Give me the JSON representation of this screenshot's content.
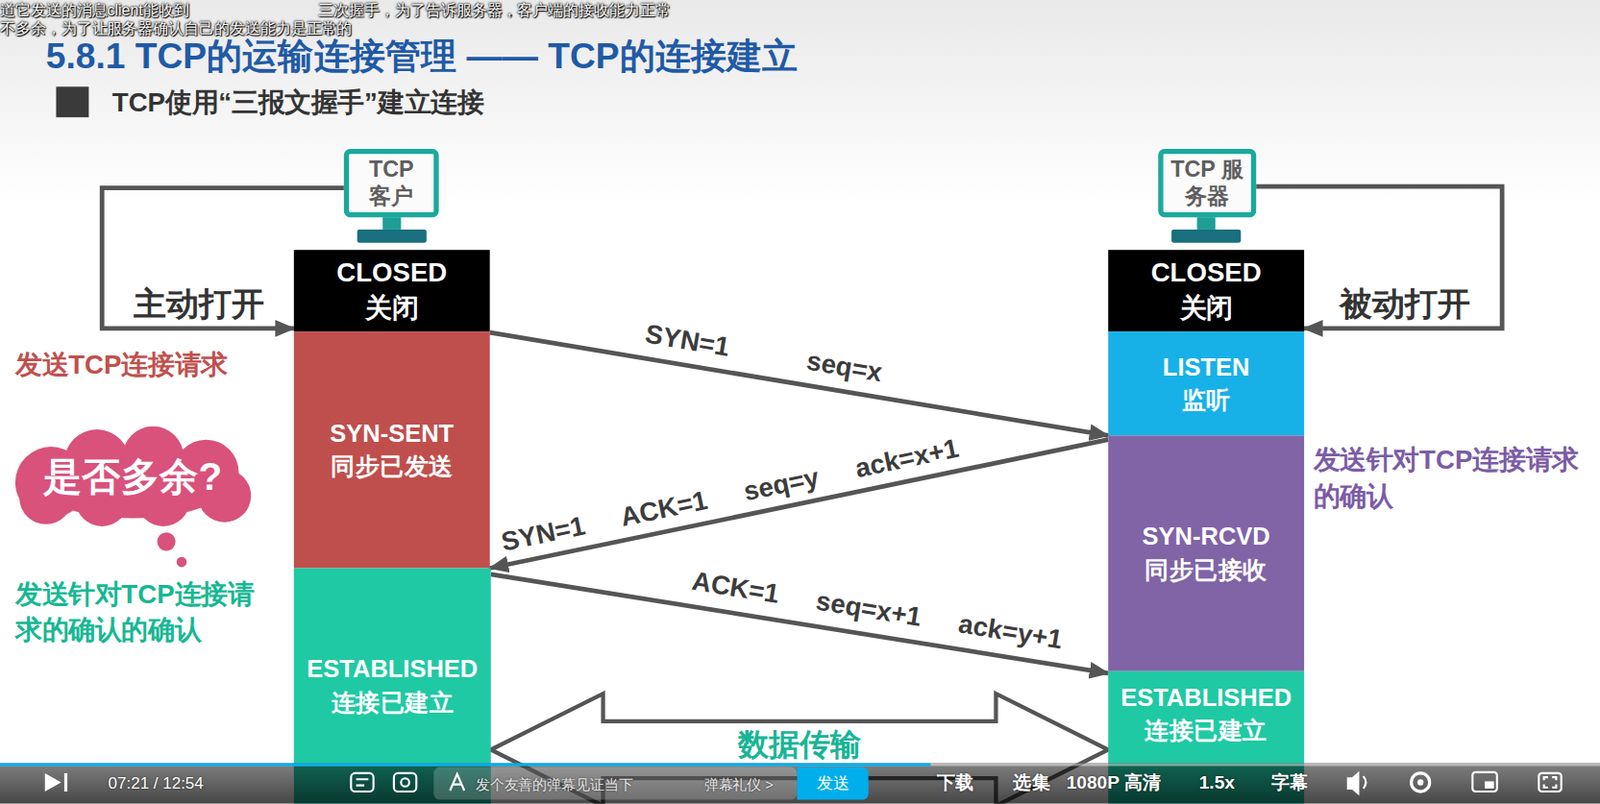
{
  "diagram": {
    "title": "5.8.1 TCP的运输连接管理 —— TCP的连接建立",
    "nodes": [
      {
        "text": [
          "TCP 客户"
        ]
      },
      {
        "text": [
          "TCP 服务器"
        ]
      },
      {
        "text": [
          "CLOSED 关闭"
        ]
      },
      {
        "text": [
          "SYN-SENT 同步已发送"
        ]
      },
      {
        "text": [
          "ESTABLISHED 连接已建立"
        ]
      },
      {
        "text": [
          "CLOSED 关闭"
        ]
      },
      {
        "text": [
          "LISTEN 监听"
        ]
      },
      {
        "text": [
          "SYN-RCVD 同步已接收"
        ]
      },
      {
        "text": [
          "ESTABLISHED 连接已建立"
        ]
      },
      {
        "text": [
          "是否多余?"
        ]
      }
    ],
    "edges": [
      {
        "from": 0,
        "to": 2,
        "label": "主动打开",
        "arrow": "to"
      },
      {
        "from": 1,
        "to": 5,
        "label": "被动打开",
        "arrow": "to"
      },
      {
        "from": 3,
        "to": 6,
        "label": "SYN=1 seq=x",
        "arrow": "to"
      },
      {
        "from": 7,
        "to": 3,
        "label": "SYN=1 ACK=1 seq=y ack=x+1",
        "arrow": "to"
      },
      {
        "from": 4,
        "to": 8,
        "label": "ACK=1 seq=x+1 ack=y+1",
        "arrow": "to"
      },
      {
        "from": 4,
        "to": 8,
        "label": "数据传输",
        "arrow": "both"
      }
    ],
    "labels": [
      "道它发送的消息client能收到",
      "三次握手，为了告诉服务器，客户端的接收能力正常",
      "不多余，为了让服务器确认自己的发送能力是正常的",
      "TCP使用“三报文握手”建立连接",
      "发送TCP连接请求",
      "发送针对TCP连接请求的确认",
      "发送针对TCP连接请求的确认的确认",
      "07:21 / 12:54",
      "发个友善的弹幕见证当下",
      "弹幕礼仪 >",
      "发送",
      "下载",
      "选集",
      "1080P 高清",
      "1.5x",
      "字幕"
    ]
  }
}
